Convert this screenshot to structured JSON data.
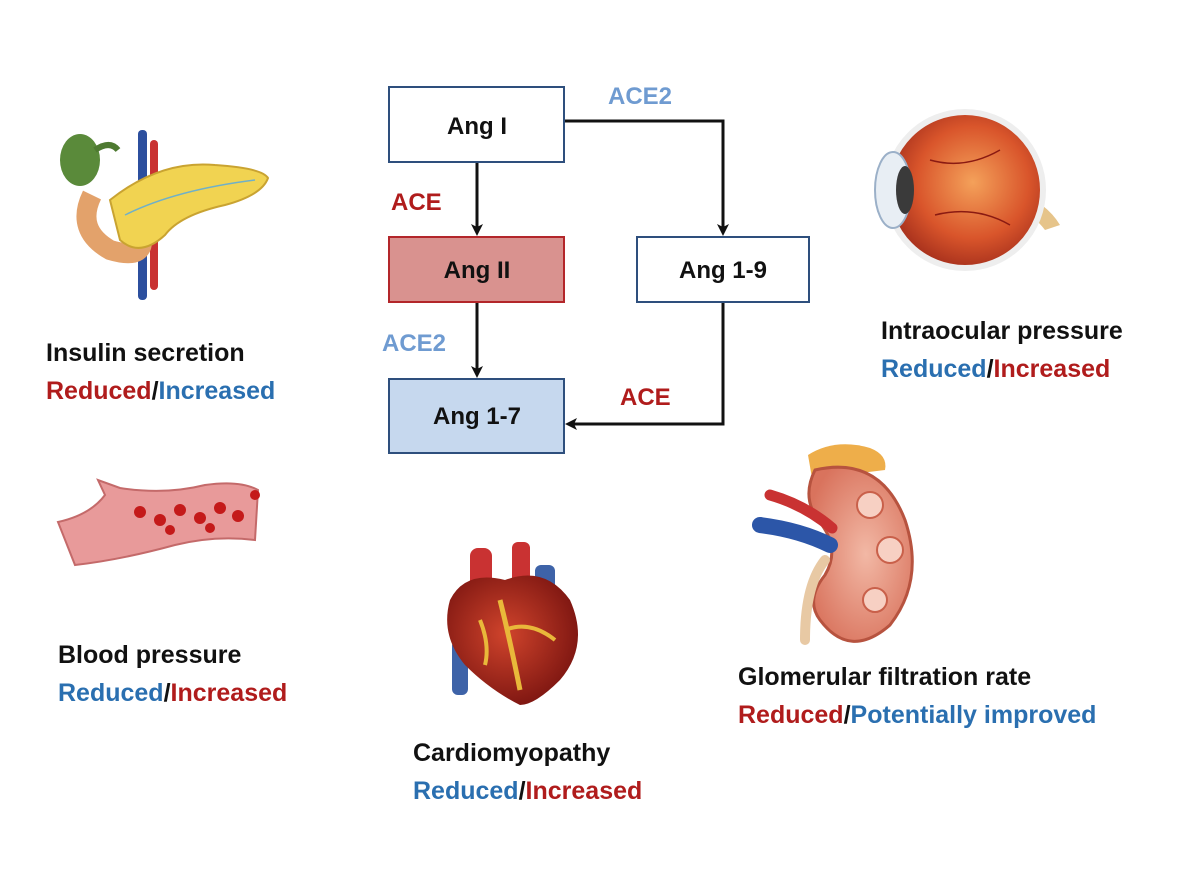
{
  "colors": {
    "red": "#b01c1c",
    "blue": "#2a6fb0",
    "light_blue": "#6f9bd1",
    "box_stroke": "#2e4f7d",
    "box_red_fill": "#d9928f",
    "box_red_stroke": "#b3262a",
    "box_blue_fill": "#c6d8ee"
  },
  "pathway": {
    "nodes": {
      "ang1": "Ang I",
      "ang2": "Ang II",
      "ang19": "Ang 1-9",
      "ang17": "Ang 1-7"
    },
    "enzymes": {
      "ace2_top": "ACE2",
      "ace_left": "ACE",
      "ace2_left": "ACE2",
      "ace_right": "ACE"
    }
  },
  "organs": {
    "pancreas": {
      "title": "Insulin secretion",
      "first": "Reduced",
      "sep": "/",
      "second": "Increased",
      "icon": "pancreas-icon"
    },
    "vessel": {
      "title": "Blood pressure",
      "first": "Reduced",
      "sep": "/",
      "second": "Increased",
      "icon": "blood-vessel-icon"
    },
    "heart": {
      "title": "Cardiomyopathy",
      "first": "Reduced",
      "sep": "/",
      "second": "Increased",
      "icon": "heart-icon"
    },
    "kidney": {
      "title": "Glomerular filtration rate",
      "first": "Reduced",
      "sep": "/",
      "second": "Potentially improved",
      "icon": "kidney-icon"
    },
    "eye": {
      "title": "Intraocular pressure",
      "first": "Reduced",
      "sep": "/",
      "second": "Increased",
      "icon": "eye-icon"
    }
  }
}
